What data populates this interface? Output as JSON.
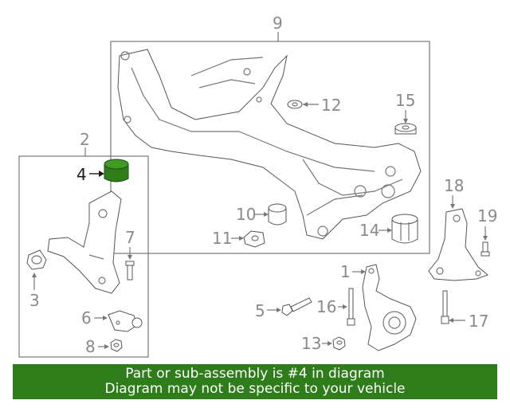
{
  "diagram": {
    "highlighted_part": "4",
    "callouts": {
      "c1": "1",
      "c2": "2",
      "c3": "3",
      "c4": "4",
      "c5": "5",
      "c6": "6",
      "c7": "7",
      "c8": "8",
      "c9": "9",
      "c10": "10",
      "c11": "11",
      "c12": "12",
      "c13": "13",
      "c14": "14",
      "c15": "15",
      "c16": "16",
      "c17": "17",
      "c18": "18",
      "c19": "19"
    },
    "colors": {
      "highlight": "#2e7d1a",
      "linework": "#777777",
      "banner_bg": "#2e7d1a",
      "banner_text": "#ffffff"
    }
  },
  "banner": {
    "line1": "Part or sub-assembly is #4 in diagram",
    "line2": "Diagram may not be specific to your vehicle"
  }
}
